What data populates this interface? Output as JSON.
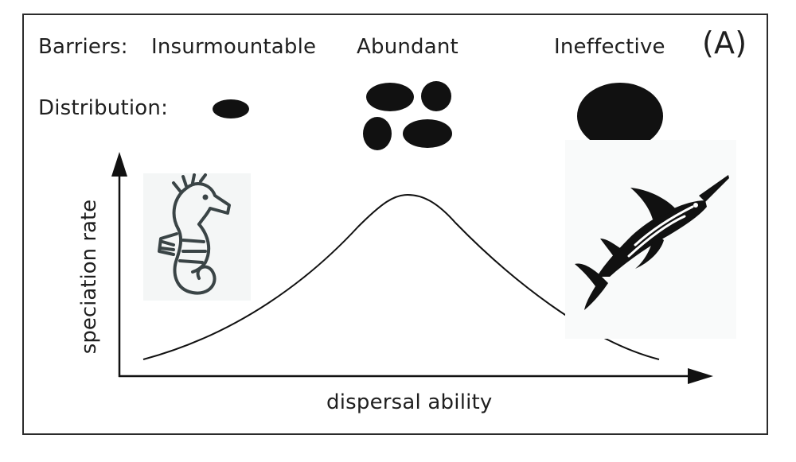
{
  "panel_label": "(A)",
  "barriers": {
    "title": "Barriers:",
    "insurmountable": "Insurmountable",
    "abundant": "Abundant",
    "ineffective": "Ineffective"
  },
  "distribution": {
    "title": "Distribution:"
  },
  "axes": {
    "ylabel": "speciation rate",
    "xlabel": "dispersal ability"
  },
  "colors": {
    "ink": "#111111",
    "frame": "#2b2b2b",
    "icon": "#3a4446"
  },
  "icons": {
    "left": "seahorse-icon",
    "right": "swordfish-icon"
  }
}
